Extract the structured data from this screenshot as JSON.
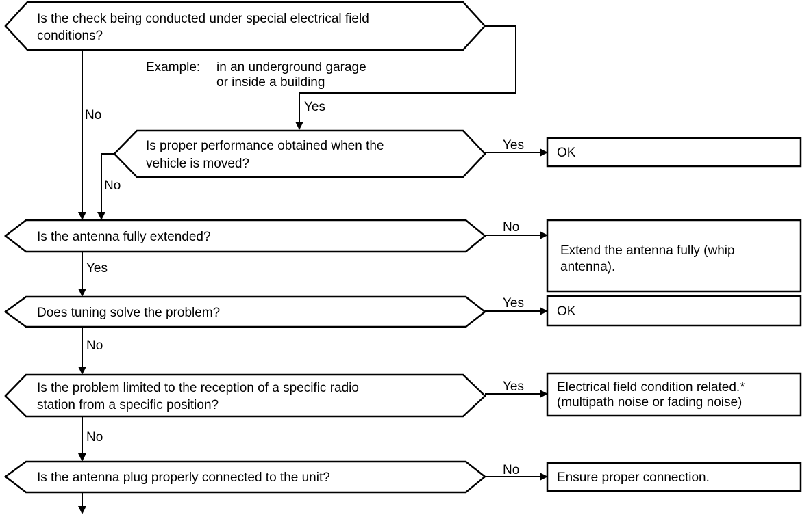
{
  "decisions": {
    "q1": {
      "line1": "Is the check being conducted under special electrical field",
      "line2": "conditions?"
    },
    "q2": {
      "line1": "Is proper performance obtained when the",
      "line2": "vehicle is moved?"
    },
    "q3": {
      "line1": "Is the antenna fully extended?"
    },
    "q4": {
      "line1": "Does tuning solve the problem?"
    },
    "q5": {
      "line1": "Is the problem limited to the reception of a specific radio",
      "line2": "station from a specific position?"
    },
    "q6": {
      "line1": "Is the antenna plug properly connected to the unit?"
    }
  },
  "note": {
    "prefix": "Example:",
    "line1": "in an underground garage",
    "line2": "or inside a building"
  },
  "results": {
    "r1": {
      "line1": "OK"
    },
    "r2": {
      "line1": "Extend the antenna fully (whip",
      "line2": "antenna)."
    },
    "r3": {
      "line1": "OK"
    },
    "r4": {
      "line1": "Electrical field condition related.*",
      "line2": "(multipath noise or fading noise)"
    },
    "r5": {
      "line1": "Ensure proper connection."
    }
  },
  "labels": {
    "q1_no": "No",
    "q1_yes": "Yes",
    "q2_yes": "Yes",
    "q2_no": "No",
    "q3_no": "No",
    "q3_yes": "Yes",
    "q4_yes": "Yes",
    "q4_no": "No",
    "q5_yes": "Yes",
    "q5_no": "No",
    "q6_no": "No"
  }
}
